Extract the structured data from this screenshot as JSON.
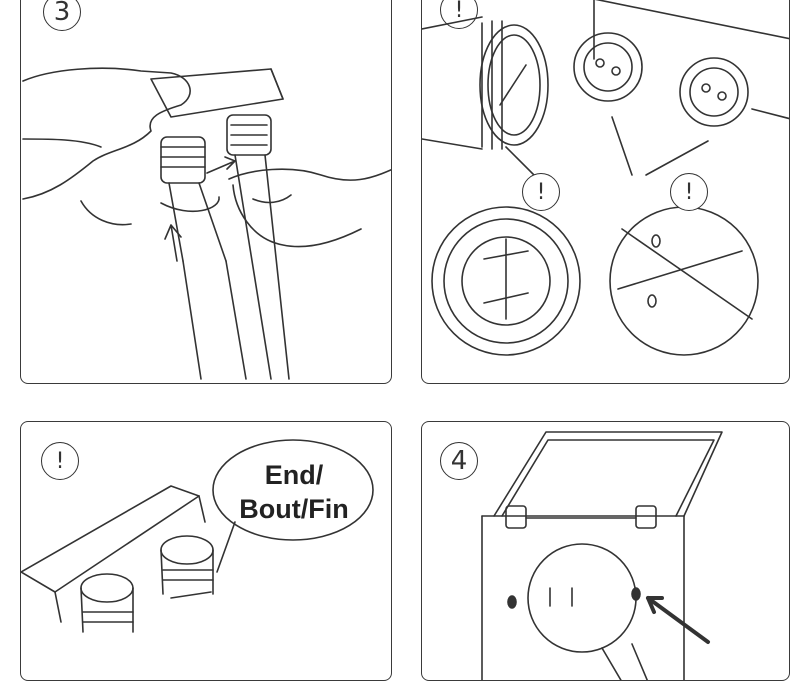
{
  "panels": {
    "step3": {
      "badge": "3"
    },
    "connectors": {
      "badge": "!",
      "callout_left": "!",
      "callout_right": "!"
    },
    "end_cap": {
      "badge": "!",
      "label_line1": "End/",
      "label_line2": "Bout/Fin"
    },
    "step4": {
      "badge": "4"
    }
  },
  "icons": {
    "badges": "circle-outline",
    "arrows": "arrow"
  }
}
